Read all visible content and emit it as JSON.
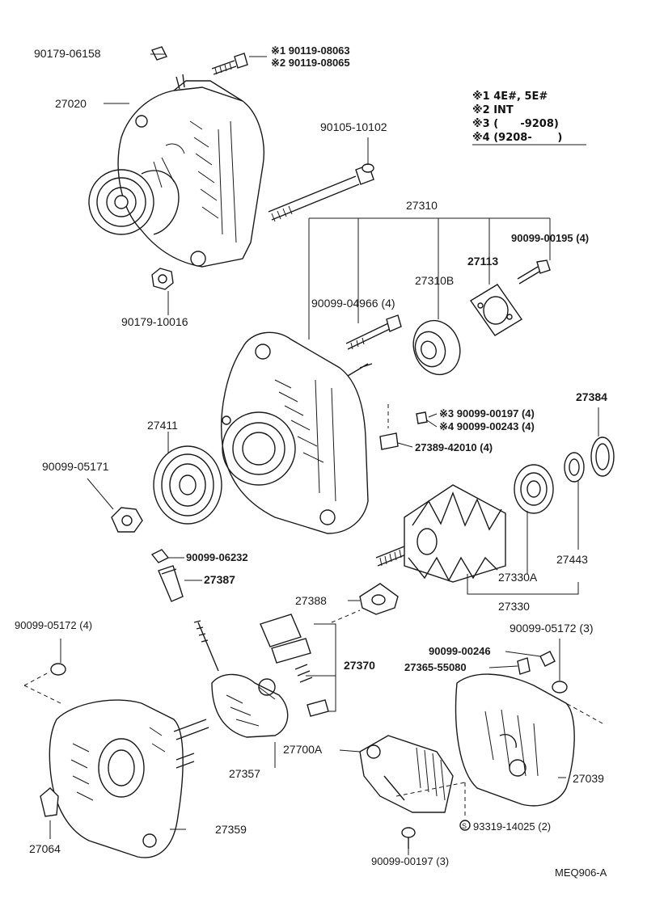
{
  "diagram_code": "MEQ906-A",
  "notes": [
    {
      "mark": "※1",
      "text": "4E#, 5E#"
    },
    {
      "mark": "※2",
      "text": "INT"
    },
    {
      "mark": "※3",
      "text": "(      -9208)"
    },
    {
      "mark": "※4",
      "text": "(9208-       )"
    }
  ],
  "parts": {
    "p90179_06158": "90179-06158",
    "p90119_08063": "※1 90119-08063",
    "p90119_08065": "※2 90119-08065",
    "p27020": "27020",
    "p90105_10102": "90105-10102",
    "p27310": "27310",
    "p90099_00195": "90099-00195 (4)",
    "p27113": "27113",
    "p27310B": "27310B",
    "p90099_04966": "90099-04966 (4)",
    "p90179_10016": "90179-10016",
    "p27384": "27384",
    "p90099_00197_a": "※3 90099-00197 (4)",
    "p90099_00243": "※4 90099-00243 (4)",
    "p27389_42010": "27389-42010 (4)",
    "p27411": "27411",
    "p90099_05171": "90099-05171",
    "p90099_06232": "90099-06232",
    "p27387": "27387",
    "p27443": "27443",
    "p27330A": "27330A",
    "p27388": "27388",
    "p27330": "27330",
    "p90099_05172_4": "90099-05172 (4)",
    "p90099_05172_3": "90099-05172 (3)",
    "p90099_00246": "90099-00246",
    "p27370": "27370",
    "p27365_55080": "27365-55080",
    "p27700A": "27700A",
    "p27039": "27039",
    "p27357": "27357",
    "p27359": "27359",
    "p27064": "27064",
    "p93319_14025": "93319-14025 (2)",
    "p90099_00197_b": "90099-00197 (3)"
  }
}
